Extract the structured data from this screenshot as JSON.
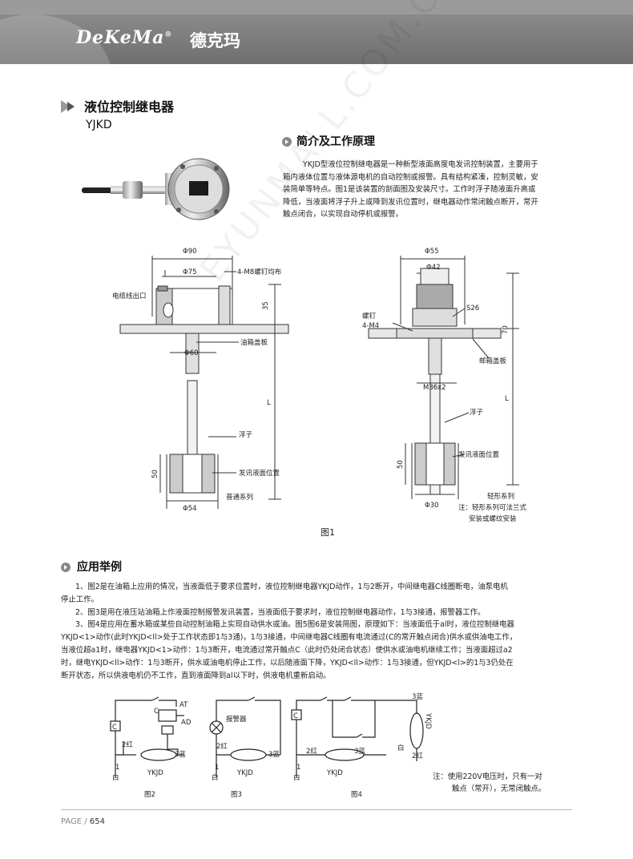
{
  "header": {
    "logo_en": "DeKeMa",
    "logo_reg": "®",
    "logo_cn": "德克玛"
  },
  "product": {
    "title": "液位控制继电器",
    "model": "YJKD"
  },
  "intro": {
    "heading": "简介及工作原理",
    "lines": [
      "YKJD型液位控制继电器是一种新型液面高度电发讯控制装置，主要用于",
      "箱内液体位置与液体源电机的自动控制或报警。具有结构紧凑，控制灵敏，安",
      "装简单等特点。图1是该装置的剖面图及安装尺寸。工作时浮子随液面升高或",
      "降低，当液面将浮子升上或降到发讯位置时，继电器动作常闭触点断开，常开",
      "触点闭合，以实现自动停机或报警。"
    ]
  },
  "figure1": {
    "caption": "图1",
    "left": {
      "d90": "Φ90",
      "d75": "Φ75",
      "screws": "4-M8螺钉均布",
      "cable": "电缆线出口",
      "h35": "35",
      "d60": "Φ60",
      "plate": "油箱盖板",
      "L": "L",
      "float": "浮子",
      "h50": "50",
      "signal": "发讯液面位置",
      "d54": "Φ54",
      "series": "普通系列"
    },
    "right": {
      "d55": "Φ55",
      "d42": "Φ42",
      "s26": "S26",
      "screw1": "螺钉",
      "screw2": "4-M4",
      "h70": "70",
      "plate": "邮箱盖板",
      "thread": "M36x2",
      "L": "L",
      "float": "浮子",
      "h50": "50",
      "signal": "发讯液面位置",
      "d30": "Φ30",
      "series": "轻形系列",
      "note1": "注：轻形系列可法兰式",
      "note2": "安装或螺纹安装"
    }
  },
  "usage": {
    "heading": "应用举例",
    "lines": [
      "1、图2是在油箱上应用的情况，当液面低于要求位置时，液位控制继电器YKJD动作，1与2断开，中间继电器C线圈断电，油泵电机",
      "停止工作。",
      "2、图3是用在液压站油箱上作液面控制报警发讯装置，当液面低于要求时，液位控制继电器动作，1与3接通，报警器工作。",
      "3、图4是应用在蓄水箱或某些自动控制油箱上实现自动供水或油。图5图6是安装简图，原理如下：当液面低于al时，液位控制继电器",
      "YKJD<1>动作(此时YKJD<ll>处于工作状态即1与3通)，1与3接通，中间继电器C线圈有电流通过(C的常开触点闭合)供水或供油电工作，",
      "当液位超a1时，继电器YKJD<1>动作：1与3断开，电流通过常开触点C（此时仍处闭合状态）使供水或油电机继续工作；当液面超过a2",
      "时，继电YKJD<ll>动作：1与3断开，供水或油电机停止工作，以后随液面下降，YKJD<ll>动作：1与3接通，但YKJD<l>的1与3仍处在",
      "断开状态，所以供液电机仍不工作，直到液面降到al以下时，供液电机重新启动。"
    ]
  },
  "circuits": {
    "fig2": "图2",
    "fig3": "图3",
    "fig4": "图4",
    "c": "C",
    "at": "AT",
    "ad": "AD",
    "alarm": "报警器",
    "red2": "2红",
    "blue3": "3蓝",
    "one": "1",
    "white": "白",
    "ykjd": "YKJD",
    "note1": "注：使用220V电压时，只有一对",
    "note2": "触点（常开），无常闭触点。"
  },
  "footer": {
    "page_label": "PAGE /",
    "page_num": "654"
  }
}
